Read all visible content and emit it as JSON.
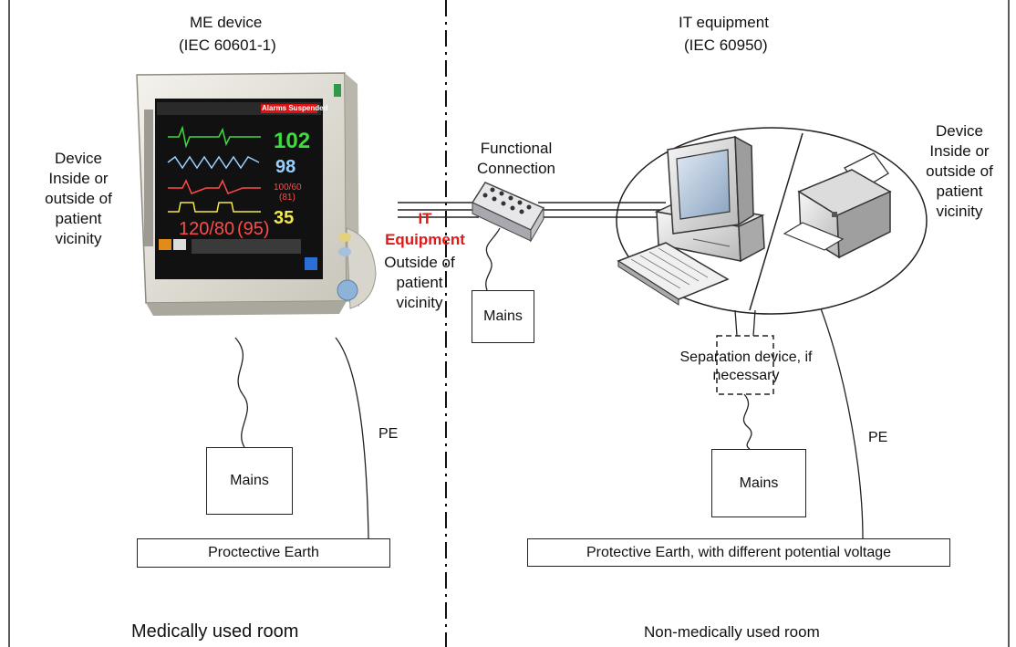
{
  "left": {
    "title": "ME  device",
    "standard": "(IEC 60601-1)",
    "device_note": [
      "Device",
      "Inside or",
      "outside of",
      "patient",
      "vicinity"
    ],
    "mains": "Mains",
    "pe": "PE",
    "earth": "Proctective Earth",
    "room": "Medically used room"
  },
  "right": {
    "title": "IT equipment",
    "standard": "(IEC 60950)",
    "device_note": [
      "Device",
      "Inside or",
      "outside of",
      "patient",
      "vicinity"
    ],
    "functional_connection": [
      "Functional",
      "Connection"
    ],
    "mains_top": "Mains",
    "separation": [
      "Separation device, if",
      "necessary"
    ],
    "mains": "Mains",
    "pe": "PE",
    "earth": "Protective Earth, with different potential voltage",
    "room": "Non-medically used room"
  },
  "center": {
    "it_label": [
      "IT",
      "Equipment"
    ],
    "outside_note": [
      "Outside of",
      "patient",
      "vicinity"
    ]
  },
  "monitor": {
    "alarm": "Alarms Suspended",
    "hr": "102",
    "spo2": "98",
    "nbp_small": "100/60",
    "nbp_small2": "(81)",
    "resp": "35",
    "abp": "120/80",
    "abp_mean": "(95)"
  },
  "colors": {
    "accent_red": "#e01818",
    "line": "#222222"
  }
}
